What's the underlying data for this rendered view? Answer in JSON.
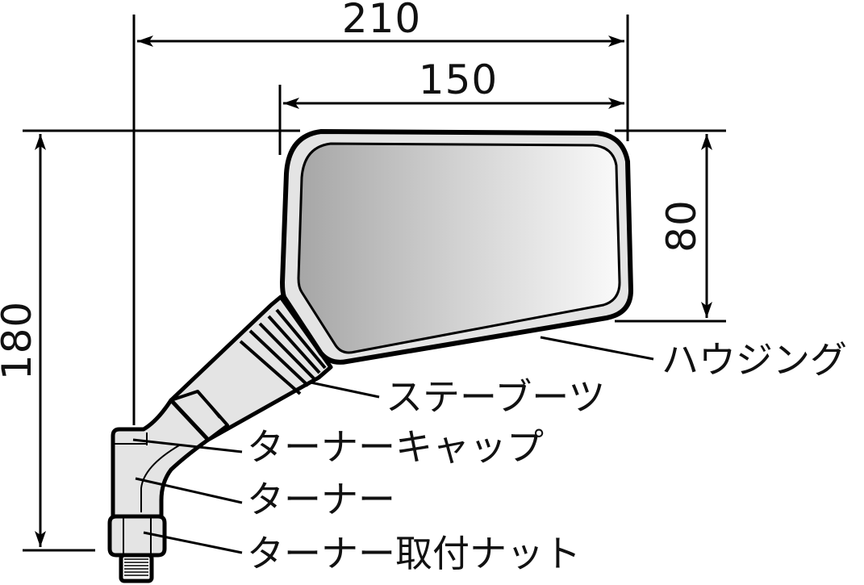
{
  "diagram": {
    "subject": "motorcycle mirror",
    "colors": {
      "outline": "#000000",
      "housing_fill": "#e4e4e4",
      "mirror_gradient_start": "#a8a8a8",
      "mirror_gradient_end": "#f8f8f8",
      "background": "#ffffff"
    },
    "dimensions": {
      "overall_width": "210",
      "mirror_width": "150",
      "mirror_height": "80",
      "overall_height": "180"
    },
    "labels": {
      "housing": "ハウジング",
      "stay_boots": "ステーブーツ",
      "turner_cap": "ターナーキャップ",
      "turner": "ターナー",
      "turner_mount_nut": "ターナー取付ナット"
    }
  }
}
